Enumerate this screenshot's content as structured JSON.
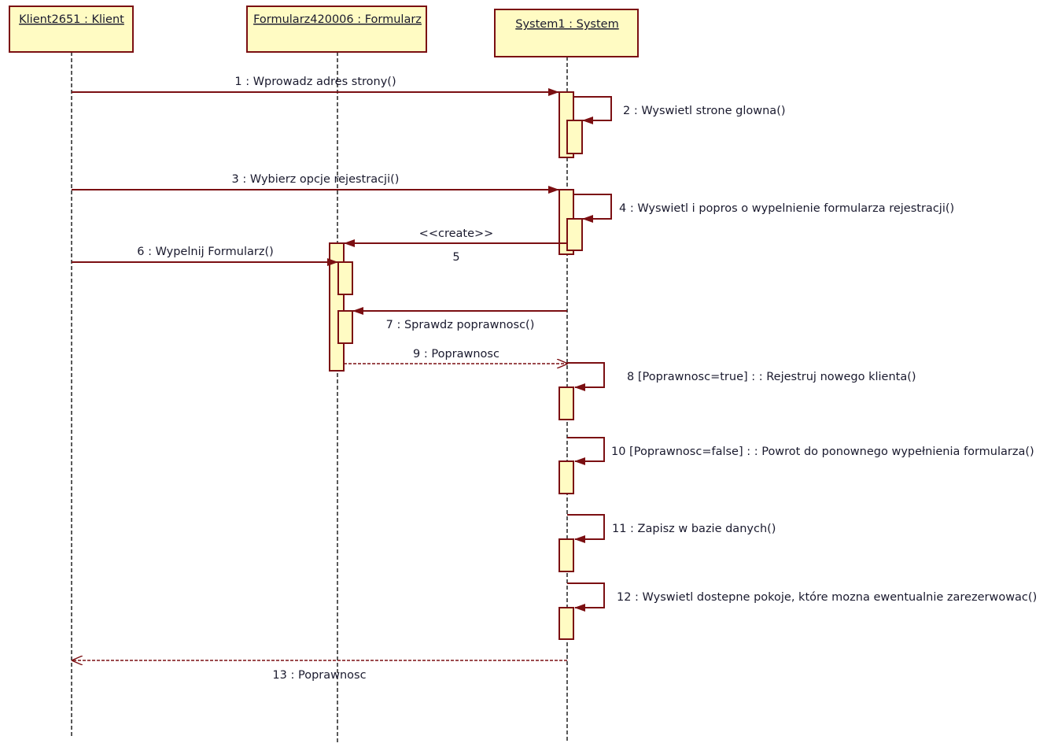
{
  "diagram": {
    "type": "UML sequence diagram",
    "colors": {
      "line": "#7b0f12",
      "box_fill": "#fffbc3",
      "lifeline": "#000000",
      "text": "#1a1a2e"
    },
    "participants": [
      {
        "id": "klient",
        "label": "Klient2651 : Klient"
      },
      {
        "id": "formularz",
        "label": "Formularz420006 : Formularz"
      },
      {
        "id": "system",
        "label": "System1 : System"
      }
    ],
    "messages": [
      {
        "label": "1 : Wprowadz adres strony()",
        "from": "klient",
        "to": "system",
        "kind": "sync"
      },
      {
        "label": "2 : Wyswietl strone glowna()",
        "from": "system",
        "to": "system",
        "kind": "self"
      },
      {
        "label": "3 : Wybierz opcje rejestracji()",
        "from": "klient",
        "to": "system",
        "kind": "sync"
      },
      {
        "label": "4 : Wyswietl i popros o wypelnienie formularza rejestracji()",
        "from": "system",
        "to": "system",
        "kind": "self"
      },
      {
        "label": "<<create>>",
        "sublabel": "5",
        "from": "system",
        "to": "formularz",
        "kind": "create"
      },
      {
        "label": "6 : Wypelnij Formularz()",
        "from": "klient",
        "to": "formularz",
        "kind": "sync"
      },
      {
        "label": "7 : Sprawdz poprawnosc()",
        "from": "system",
        "to": "formularz",
        "kind": "sync"
      },
      {
        "label": "9 : Poprawnosc",
        "from": "formularz",
        "to": "system",
        "kind": "return"
      },
      {
        "label": "8 [Poprawnosc=true] : : Rejestruj nowego klienta()",
        "from": "system",
        "to": "system",
        "kind": "self"
      },
      {
        "label": "10 [Poprawnosc=false] : : Powrot do ponownego wypełnienia formularza()",
        "from": "system",
        "to": "system",
        "kind": "self"
      },
      {
        "label": "11 : Zapisz w bazie danych()",
        "from": "system",
        "to": "system",
        "kind": "self"
      },
      {
        "label": "12 : Wyswietl  dostepne pokoje, które mozna ewentualnie zarezerwowac()",
        "from": "system",
        "to": "system",
        "kind": "self"
      },
      {
        "label": "13 : Poprawnosc",
        "from": "system",
        "to": "klient",
        "kind": "return"
      }
    ]
  }
}
